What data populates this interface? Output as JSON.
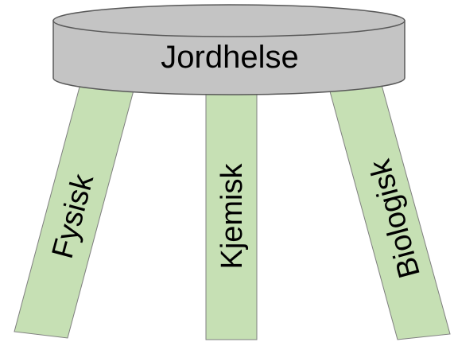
{
  "stool": {
    "seat_label": "Jordhelse",
    "legs": [
      {
        "id": "left",
        "label": "Fysisk"
      },
      {
        "id": "middle",
        "label": "Kjemisk"
      },
      {
        "id": "right",
        "label": "Biologisk"
      }
    ]
  },
  "colors": {
    "seat_fill": "#c4c4c4",
    "seat_edge": "#595959",
    "leg_fill": "#c6e0b4",
    "leg_edge": "#7f7f7f"
  }
}
